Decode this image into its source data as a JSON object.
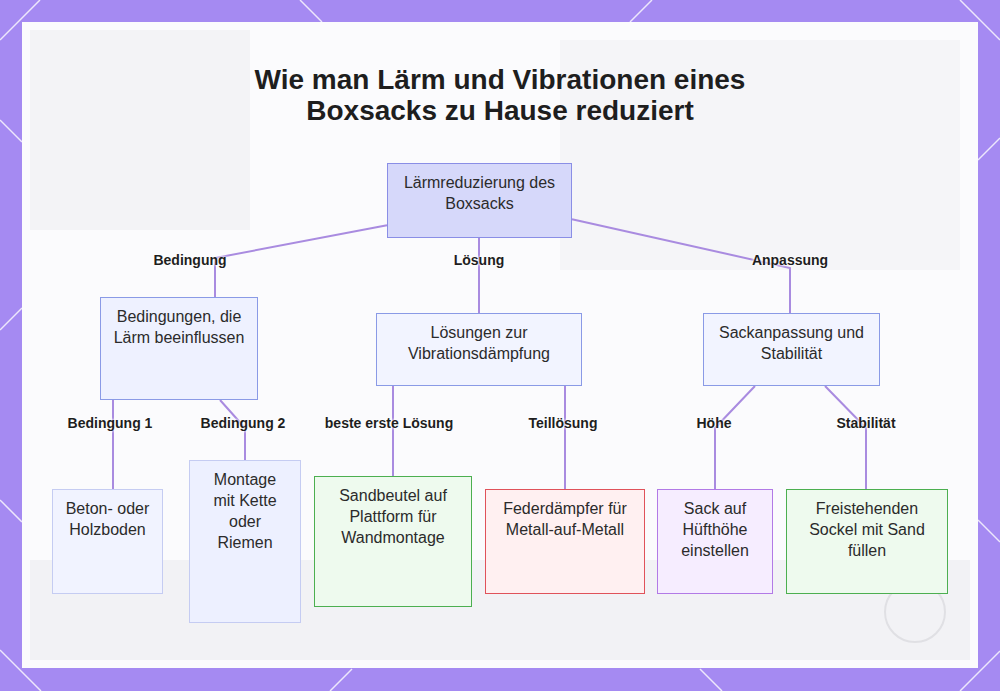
{
  "diagram": {
    "title": "Wie man Lärm und Vibrationen eines Boxsacks zu Hause reduziert",
    "nodes": [
      {
        "text": [
          "Lärmreduzierung des Boxsacks"
        ]
      },
      {
        "text": [
          "Bedingungen, die Lärm beeinflussen"
        ]
      },
      {
        "text": [
          "Lösungen zur Vibrationsdämpfung"
        ]
      },
      {
        "text": [
          "Sackanpassung und Stabilität"
        ]
      },
      {
        "text": [
          "Beton- oder Holzboden"
        ]
      },
      {
        "text": [
          "Montage mit Kette oder Riemen"
        ]
      },
      {
        "text": [
          "Sandbeutel auf Plattform für Wandmontage"
        ]
      },
      {
        "text": [
          "Federdämpfer für Metall-auf-Metall"
        ]
      },
      {
        "text": [
          "Sack auf Hüfthöhe einstellen"
        ]
      },
      {
        "text": [
          "Freistehenden Sockel mit Sand füllen"
        ]
      }
    ],
    "edges": [
      {
        "from": 0,
        "to": 1,
        "arrow": "none",
        "label": "Bedingung"
      },
      {
        "from": 0,
        "to": 2,
        "arrow": "none",
        "label": "Lösung"
      },
      {
        "from": 0,
        "to": 3,
        "arrow": "none",
        "label": "Anpassung"
      },
      {
        "from": 1,
        "to": 4,
        "arrow": "none",
        "label": "Bedingung 1"
      },
      {
        "from": 1,
        "to": 5,
        "arrow": "none",
        "label": "Bedingung 2"
      },
      {
        "from": 2,
        "to": 6,
        "arrow": "none",
        "label": "beste erste Lösung"
      },
      {
        "from": 2,
        "to": 7,
        "arrow": "none",
        "label": "Teillösung"
      },
      {
        "from": 3,
        "to": 8,
        "arrow": "none",
        "label": "Höhe"
      },
      {
        "from": 3,
        "to": 9,
        "arrow": "none",
        "label": "Stabilität"
      }
    ]
  }
}
